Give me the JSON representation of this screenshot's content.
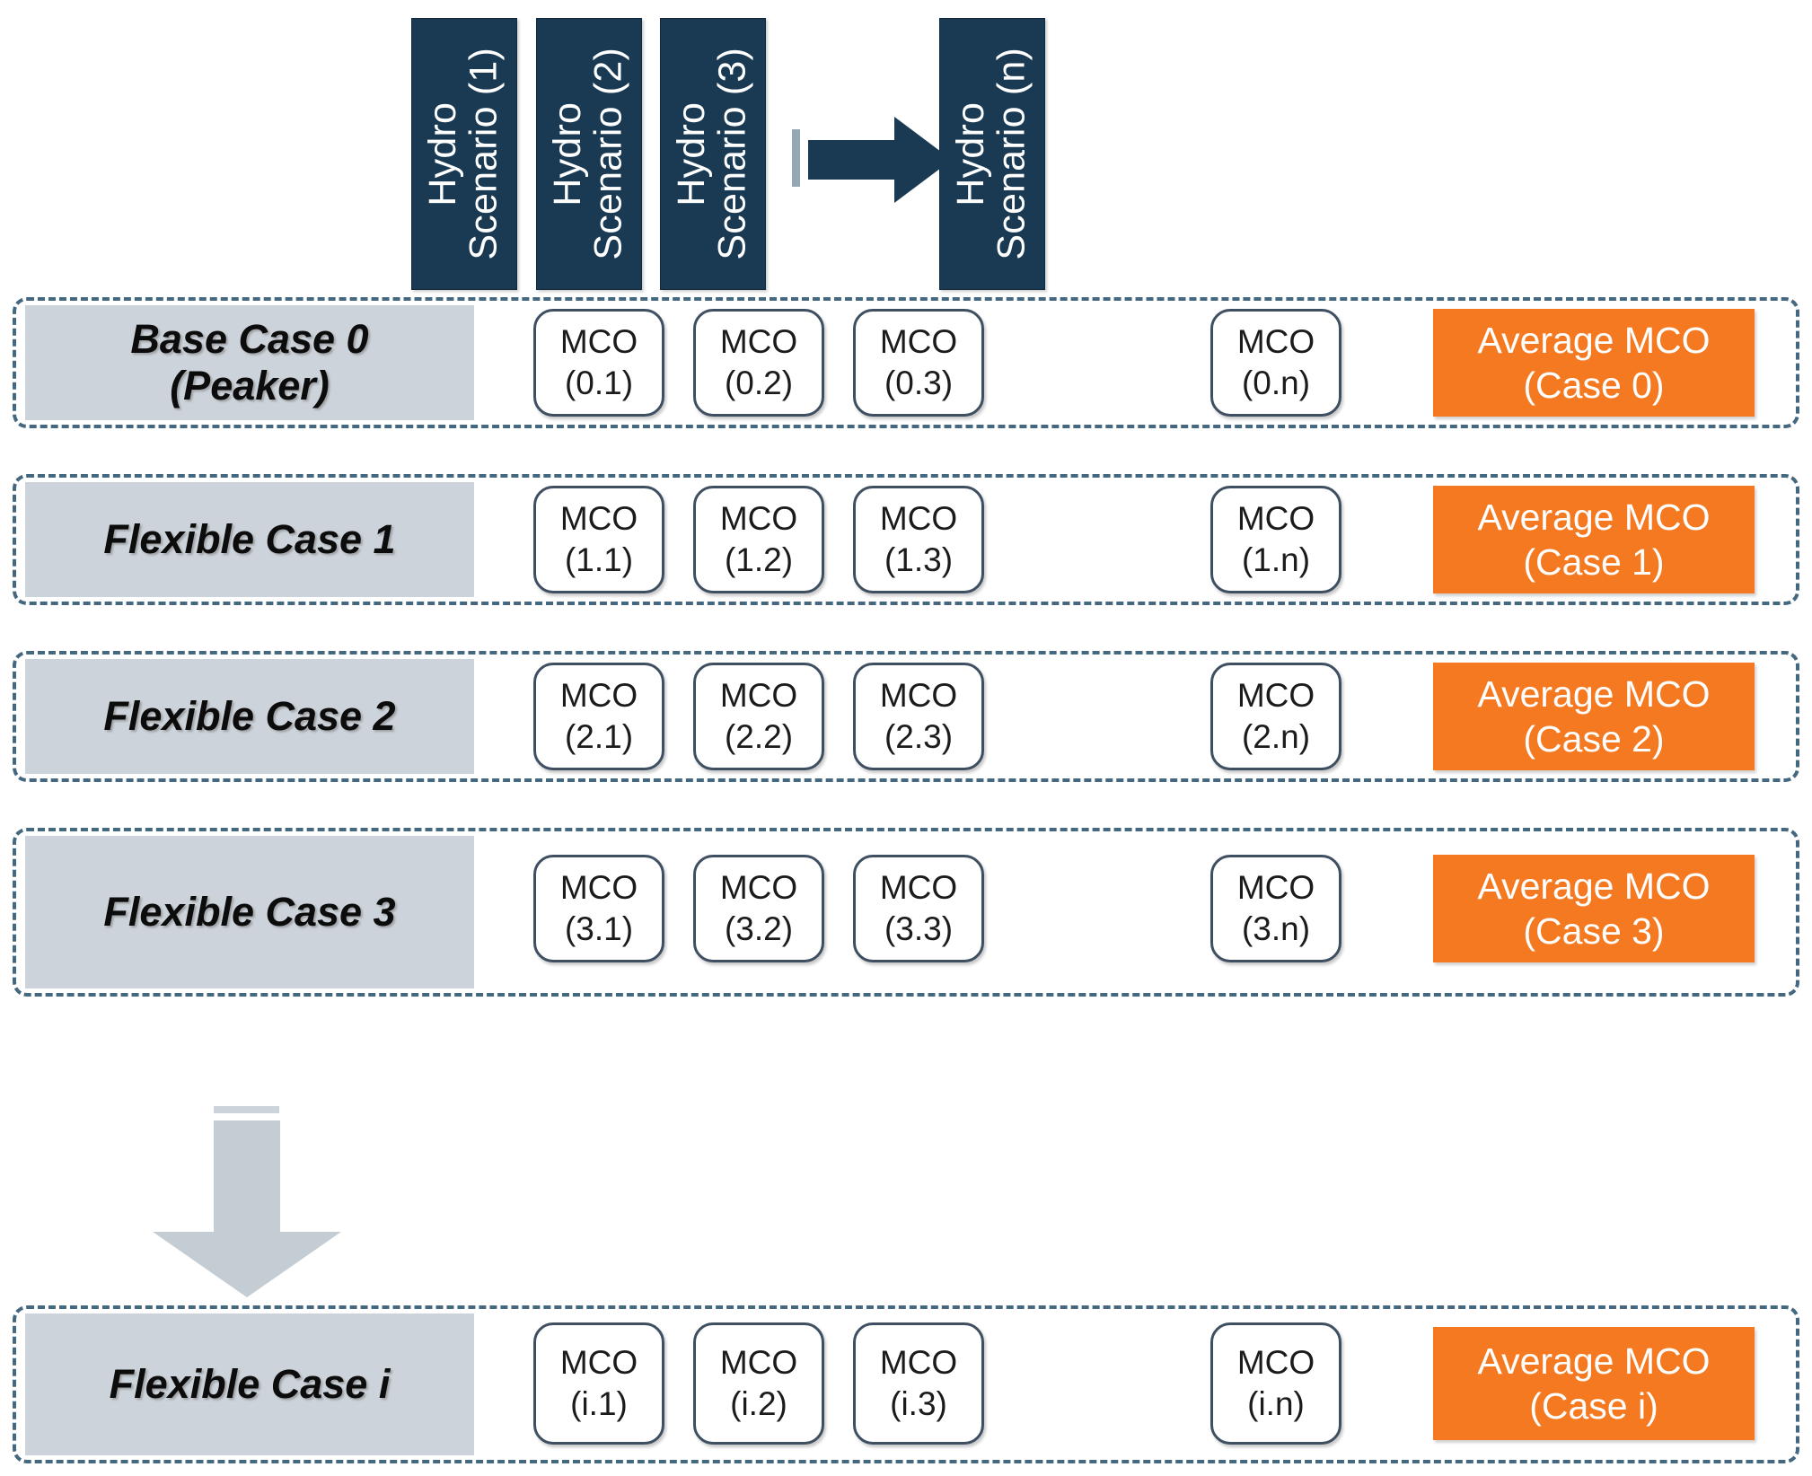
{
  "diagram": {
    "title": "Monte Carlo hydro scenario case matrix",
    "colors": {
      "header_navy": "#1a3a54",
      "accent_orange": "#f57920",
      "label_grey": "#ccd3da",
      "dashed_border": "#44687f",
      "arrow_grey": "#c5cdd4"
    }
  },
  "scenario_headers": [
    {
      "label": "Hydro\nScenario (1)",
      "name": "hydro-scenario-1"
    },
    {
      "label": "Hydro\nScenario (2)",
      "name": "hydro-scenario-2"
    },
    {
      "label": "Hydro\nScenario (3)",
      "name": "hydro-scenario-3"
    },
    {
      "label": "Hydro\nScenario (n)",
      "name": "hydro-scenario-n"
    }
  ],
  "icons": {
    "continuation_right_arrow": "right-arrow-icon",
    "continuation_down_arrow": "down-arrow-icon"
  },
  "rows": [
    {
      "case_label": "Base Case 0\n(Peaker)",
      "cells": [
        "MCO\n(0.1)",
        "MCO\n(0.2)",
        "MCO\n(0.3)",
        "MCO\n(0.n)"
      ],
      "average": "Average MCO\n(Case 0)"
    },
    {
      "case_label": "Flexible Case 1",
      "cells": [
        "MCO\n(1.1)",
        "MCO\n(1.2)",
        "MCO\n(1.3)",
        "MCO\n(1.n)"
      ],
      "average": "Average MCO\n(Case 1)"
    },
    {
      "case_label": "Flexible Case 2",
      "cells": [
        "MCO\n(2.1)",
        "MCO\n(2.2)",
        "MCO\n(2.3)",
        "MCO\n(2.n)"
      ],
      "average": "Average MCO\n(Case 2)"
    },
    {
      "case_label": "Flexible Case 3",
      "cells": [
        "MCO\n(3.1)",
        "MCO\n(3.2)",
        "MCO\n(3.3)",
        "MCO\n(3.n)"
      ],
      "average": "Average MCO\n(Case 3)"
    },
    {
      "case_label": "Flexible Case i",
      "cells": [
        "MCO\n(i.1)",
        "MCO\n(i.2)",
        "MCO\n(i.3)",
        "MCO\n(i.n)"
      ],
      "average": "Average MCO\n(Case i)"
    }
  ]
}
